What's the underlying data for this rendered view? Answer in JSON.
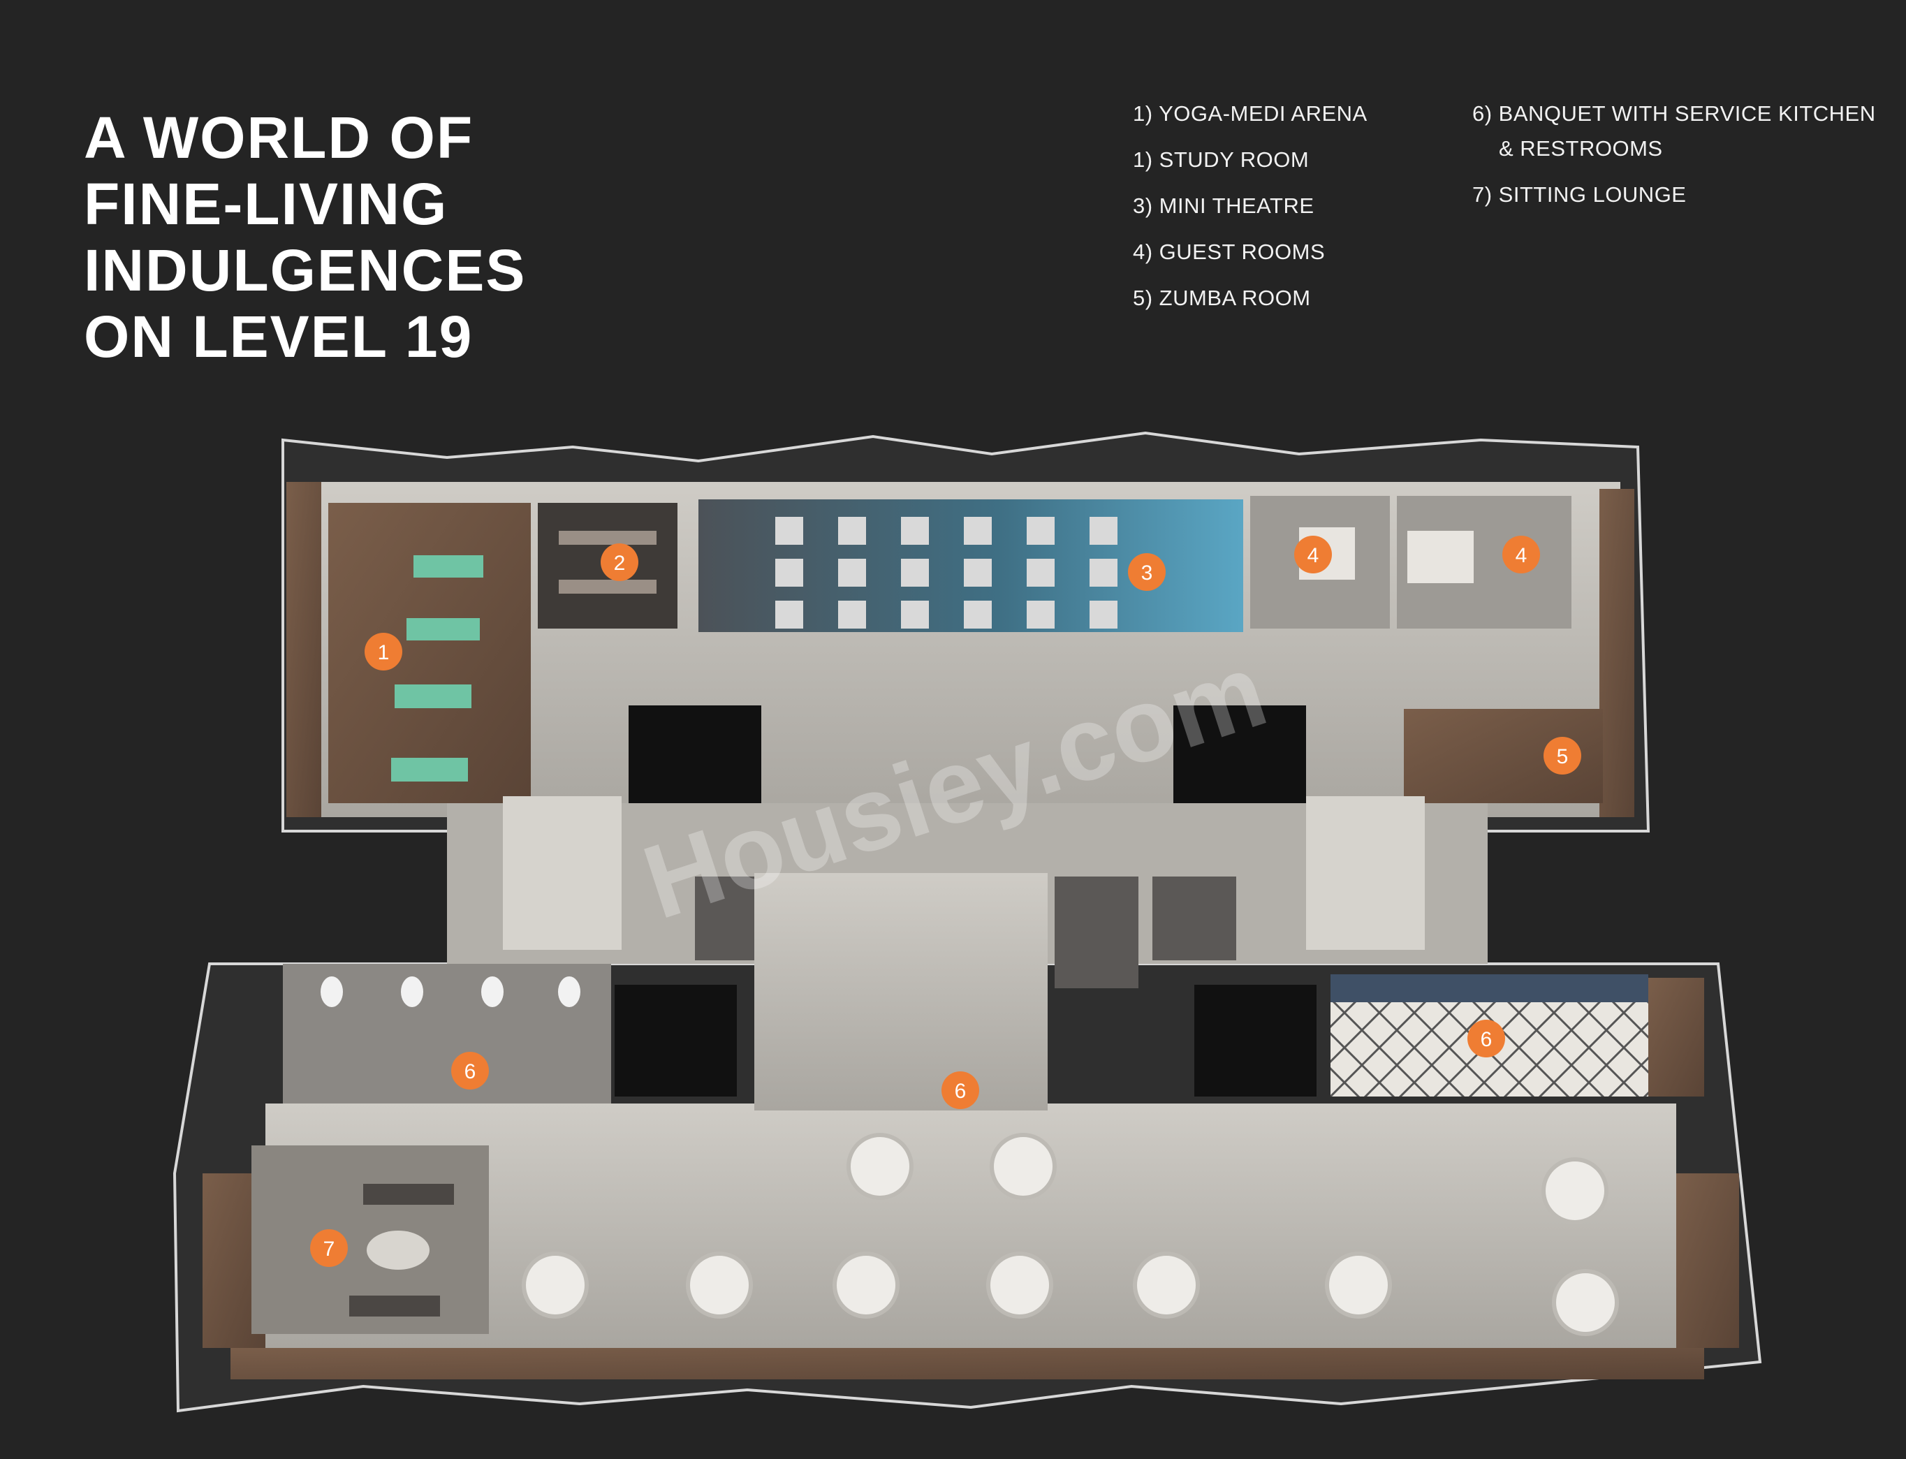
{
  "heading": [
    "A WORLD OF",
    "FINE-LIVING",
    "INDULGENCES",
    "ON LEVEL 19"
  ],
  "legend_left": [
    "1) YOGA-MEDI ARENA",
    "1) STUDY ROOM",
    "3) MINI THEATRE",
    "4) GUEST ROOMS",
    "5) ZUMBA ROOM"
  ],
  "legend_right": [
    "6) BANQUET WITH SERVICE KITCHEN",
    "& RESTROOMS",
    "7) SITTING LOUNGE"
  ],
  "markers": [
    {
      "label": "1"
    },
    {
      "label": "2"
    },
    {
      "label": "3"
    },
    {
      "label": "4"
    },
    {
      "label": "4"
    },
    {
      "label": "5"
    },
    {
      "label": "6"
    },
    {
      "label": "6"
    },
    {
      "label": "6"
    },
    {
      "label": "7"
    }
  ],
  "watermark": "Housiey.com",
  "colors": {
    "background": "#242424",
    "marker": "#ef7d33",
    "floor": "#b9b7b2",
    "wood": "#6d5443"
  }
}
